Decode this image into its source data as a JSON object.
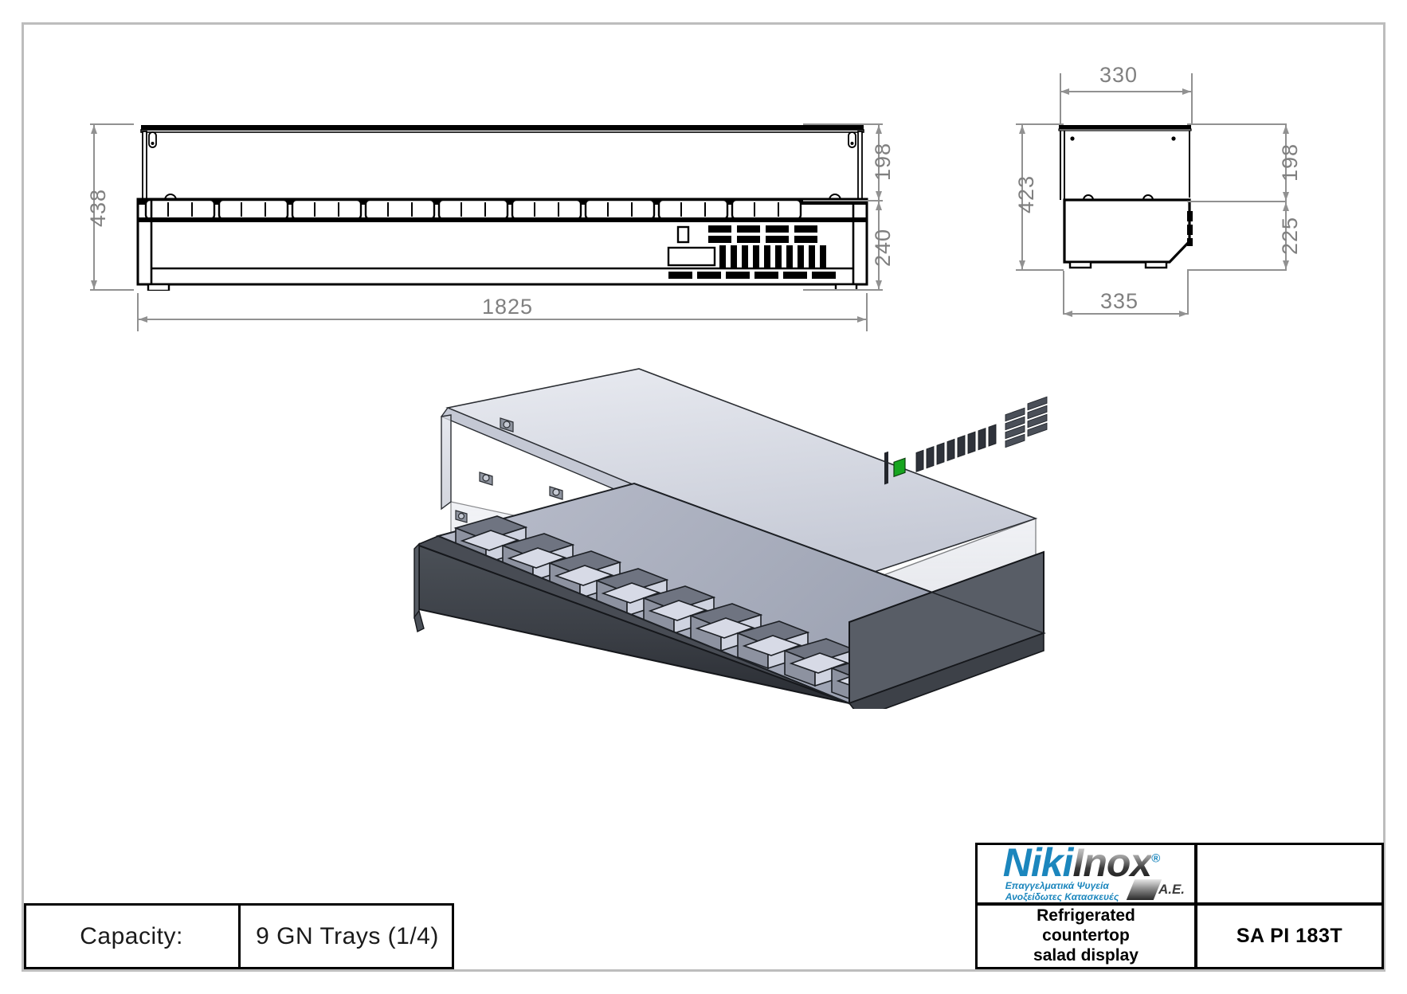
{
  "drawing": {
    "type": "engineering-drawing",
    "units": "mm",
    "views": [
      "front-elevation",
      "side-elevation",
      "isometric-3d"
    ]
  },
  "dimensions": {
    "front": {
      "overall_height": "438",
      "glass_height": "198",
      "body_height": "240",
      "overall_length": "1825"
    },
    "side": {
      "top_width": "330",
      "overall_height": "423",
      "glass_height": "198",
      "body_height": "225",
      "base_width": "335"
    }
  },
  "title_block": {
    "capacity_label": "Capacity:",
    "capacity_value": "9 GN Trays (1/4)",
    "product_description_line1": "Refrigerated",
    "product_description_line2": "countertop",
    "product_description_line3": "salad display",
    "model_code": "SA PI 183T",
    "logo": {
      "brand_part1": "Niki",
      "brand_part2": "Inox",
      "registered_mark": "®",
      "subtitle_line1": "Επαγγελματικά Ψυγεία",
      "subtitle_line2": "Ανοξείδωτες Κατασκευές",
      "suffix": "A.E."
    }
  },
  "product": {
    "gn_tray_count": 9,
    "gn_tray_size": "1/4"
  },
  "colors": {
    "dimension_line": "#919191",
    "outline": "#000000",
    "sheet_border": "#bdbdbd",
    "brand_blue": "#1b86bd",
    "body_dark": "#3c4047",
    "glass": "#c3c7d4",
    "power_switch_green": "#17a51f"
  }
}
